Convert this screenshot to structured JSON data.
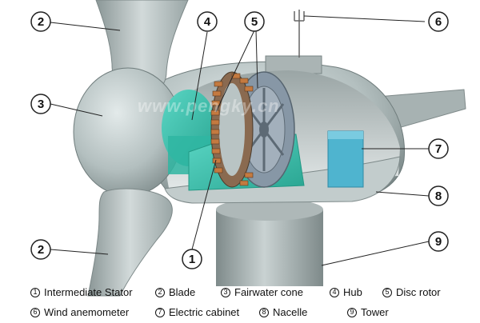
{
  "watermark": "www.pengky.cn",
  "callouts": [
    {
      "num": "2"
    },
    {
      "num": "4"
    },
    {
      "num": "5"
    },
    {
      "num": "6"
    },
    {
      "num": "3"
    },
    {
      "num": "7"
    },
    {
      "num": "8"
    },
    {
      "num": "2"
    },
    {
      "num": "9"
    },
    {
      "num": "1"
    }
  ],
  "legend": [
    {
      "num": "1",
      "label": "Intermediate Stator"
    },
    {
      "num": "2",
      "label": "Blade"
    },
    {
      "num": "3",
      "label": "Fairwater cone"
    },
    {
      "num": "4",
      "label": "Hub"
    },
    {
      "num": "5",
      "label": "Disc rotor"
    },
    {
      "num": "6",
      "label": "Wind anemometer"
    },
    {
      "num": "7",
      "label": "Electric cabinet"
    },
    {
      "num": "8",
      "label": "Nacelle"
    },
    {
      "num": "9",
      "label": "Tower"
    }
  ],
  "colors": {
    "shell": "#b9c4c4",
    "shell_dark": "#7f8c8e",
    "interior": "#dfe5e5",
    "teal": "#3fc6b4",
    "cabinet": "#4fb4cf",
    "rotor": "#8e9aa8",
    "coil": "#b86a38"
  }
}
